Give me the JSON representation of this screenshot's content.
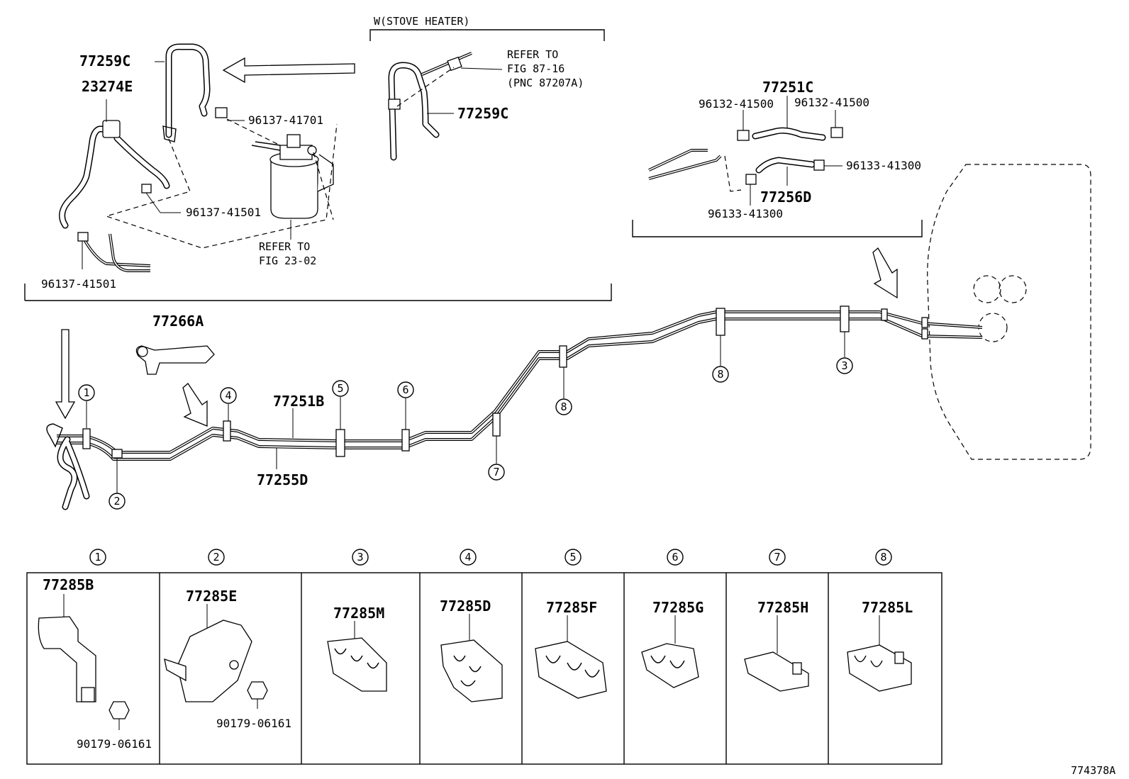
{
  "figure": {
    "id": "774378A",
    "callouts": {
      "stove_heater": "W(STOVE HEATER)",
      "hose_upper_left": "77259C",
      "hose_stove": "77259C",
      "bracket_23274E": "23274E",
      "clamp_41701": "96137-41701",
      "clamp_41501_a": "96137-41501",
      "clamp_41501_b": "96137-41501",
      "refer_fig_23_a": "REFER TO",
      "refer_fig_23_b": "FIG 23-02",
      "refer_fig_87_a": "REFER TO",
      "refer_fig_87_b": "FIG 87-16",
      "refer_fig_87_c": "(PNC 87207A)",
      "hose_77251C": "77251C",
      "clamp_96132_left": "96132-41500",
      "clamp_96132_right": "96132-41500",
      "clamp_96133_right": "96133-41300",
      "clamp_96133_lower": "96133-41300",
      "hose_77256D": "77256D",
      "protector_77266A": "77266A",
      "tube_77251B": "77251B",
      "tube_77255D": "77255D"
    },
    "location_marks": [
      "1",
      "2",
      "3",
      "4",
      "5",
      "6",
      "7",
      "8"
    ],
    "clamp_table": [
      {
        "index": "1",
        "part": "77285B",
        "fastener": "90179-06161"
      },
      {
        "index": "2",
        "part": "77285E",
        "fastener": "90179-06161"
      },
      {
        "index": "3",
        "part": "77285M",
        "fastener": ""
      },
      {
        "index": "4",
        "part": "77285D",
        "fastener": ""
      },
      {
        "index": "5",
        "part": "77285F",
        "fastener": ""
      },
      {
        "index": "6",
        "part": "77285G",
        "fastener": ""
      },
      {
        "index": "7",
        "part": "77285H",
        "fastener": ""
      },
      {
        "index": "8",
        "part": "77285L",
        "fastener": ""
      }
    ]
  }
}
